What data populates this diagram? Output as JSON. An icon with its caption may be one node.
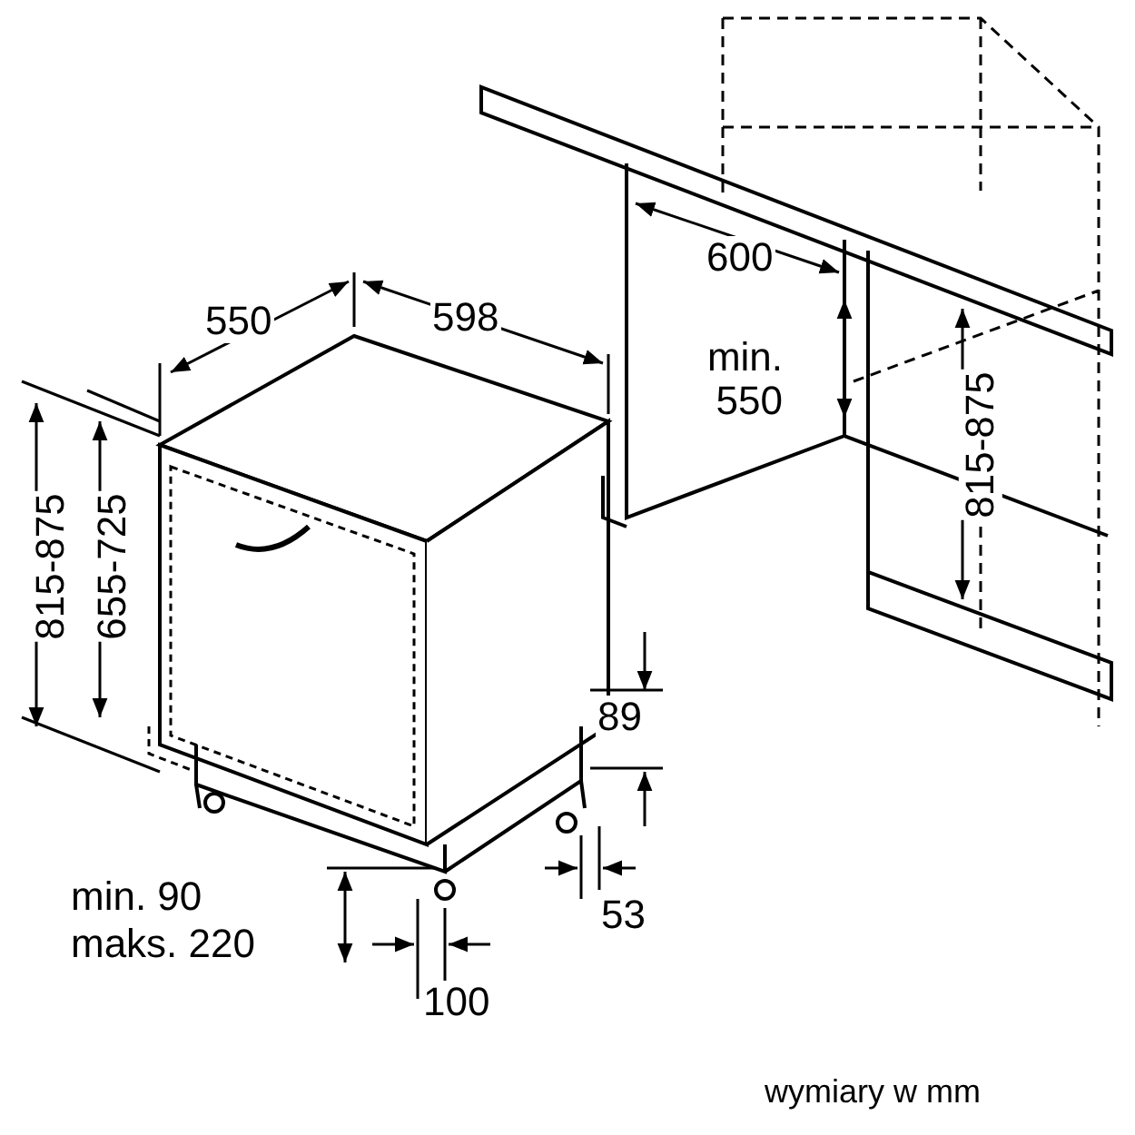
{
  "diagram": {
    "labels": [
      "600",
      "550",
      "598",
      "min. 550",
      "815-875",
      "815-875",
      "655-725",
      "89",
      "min. 90",
      "maks. 220",
      "53",
      "100",
      "wymiary w mm"
    ]
  }
}
